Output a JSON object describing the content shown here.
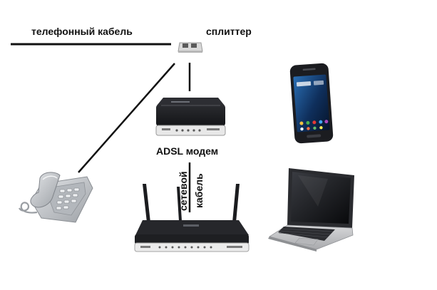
{
  "labels": {
    "phone_cable": "телефонный кабель",
    "splitter": "сплиттер",
    "modem": "ADSL модем",
    "network_cable_line1": "сетевой",
    "network_cable_line2": "кабель"
  },
  "colors": {
    "cable": "#111111",
    "device_dark": "#1e1f22",
    "device_light": "#eeeeee",
    "phone_body": "#c9ccd0",
    "laptop_silver": "#c2c3c5",
    "screen_dark": "#0c0d10"
  },
  "icons": {
    "splitter": "splitter-icon",
    "modem": "modem-icon",
    "router": "router-icon",
    "telephone": "telephone-icon",
    "smartphone": "smartphone-icon",
    "laptop": "laptop-icon"
  }
}
